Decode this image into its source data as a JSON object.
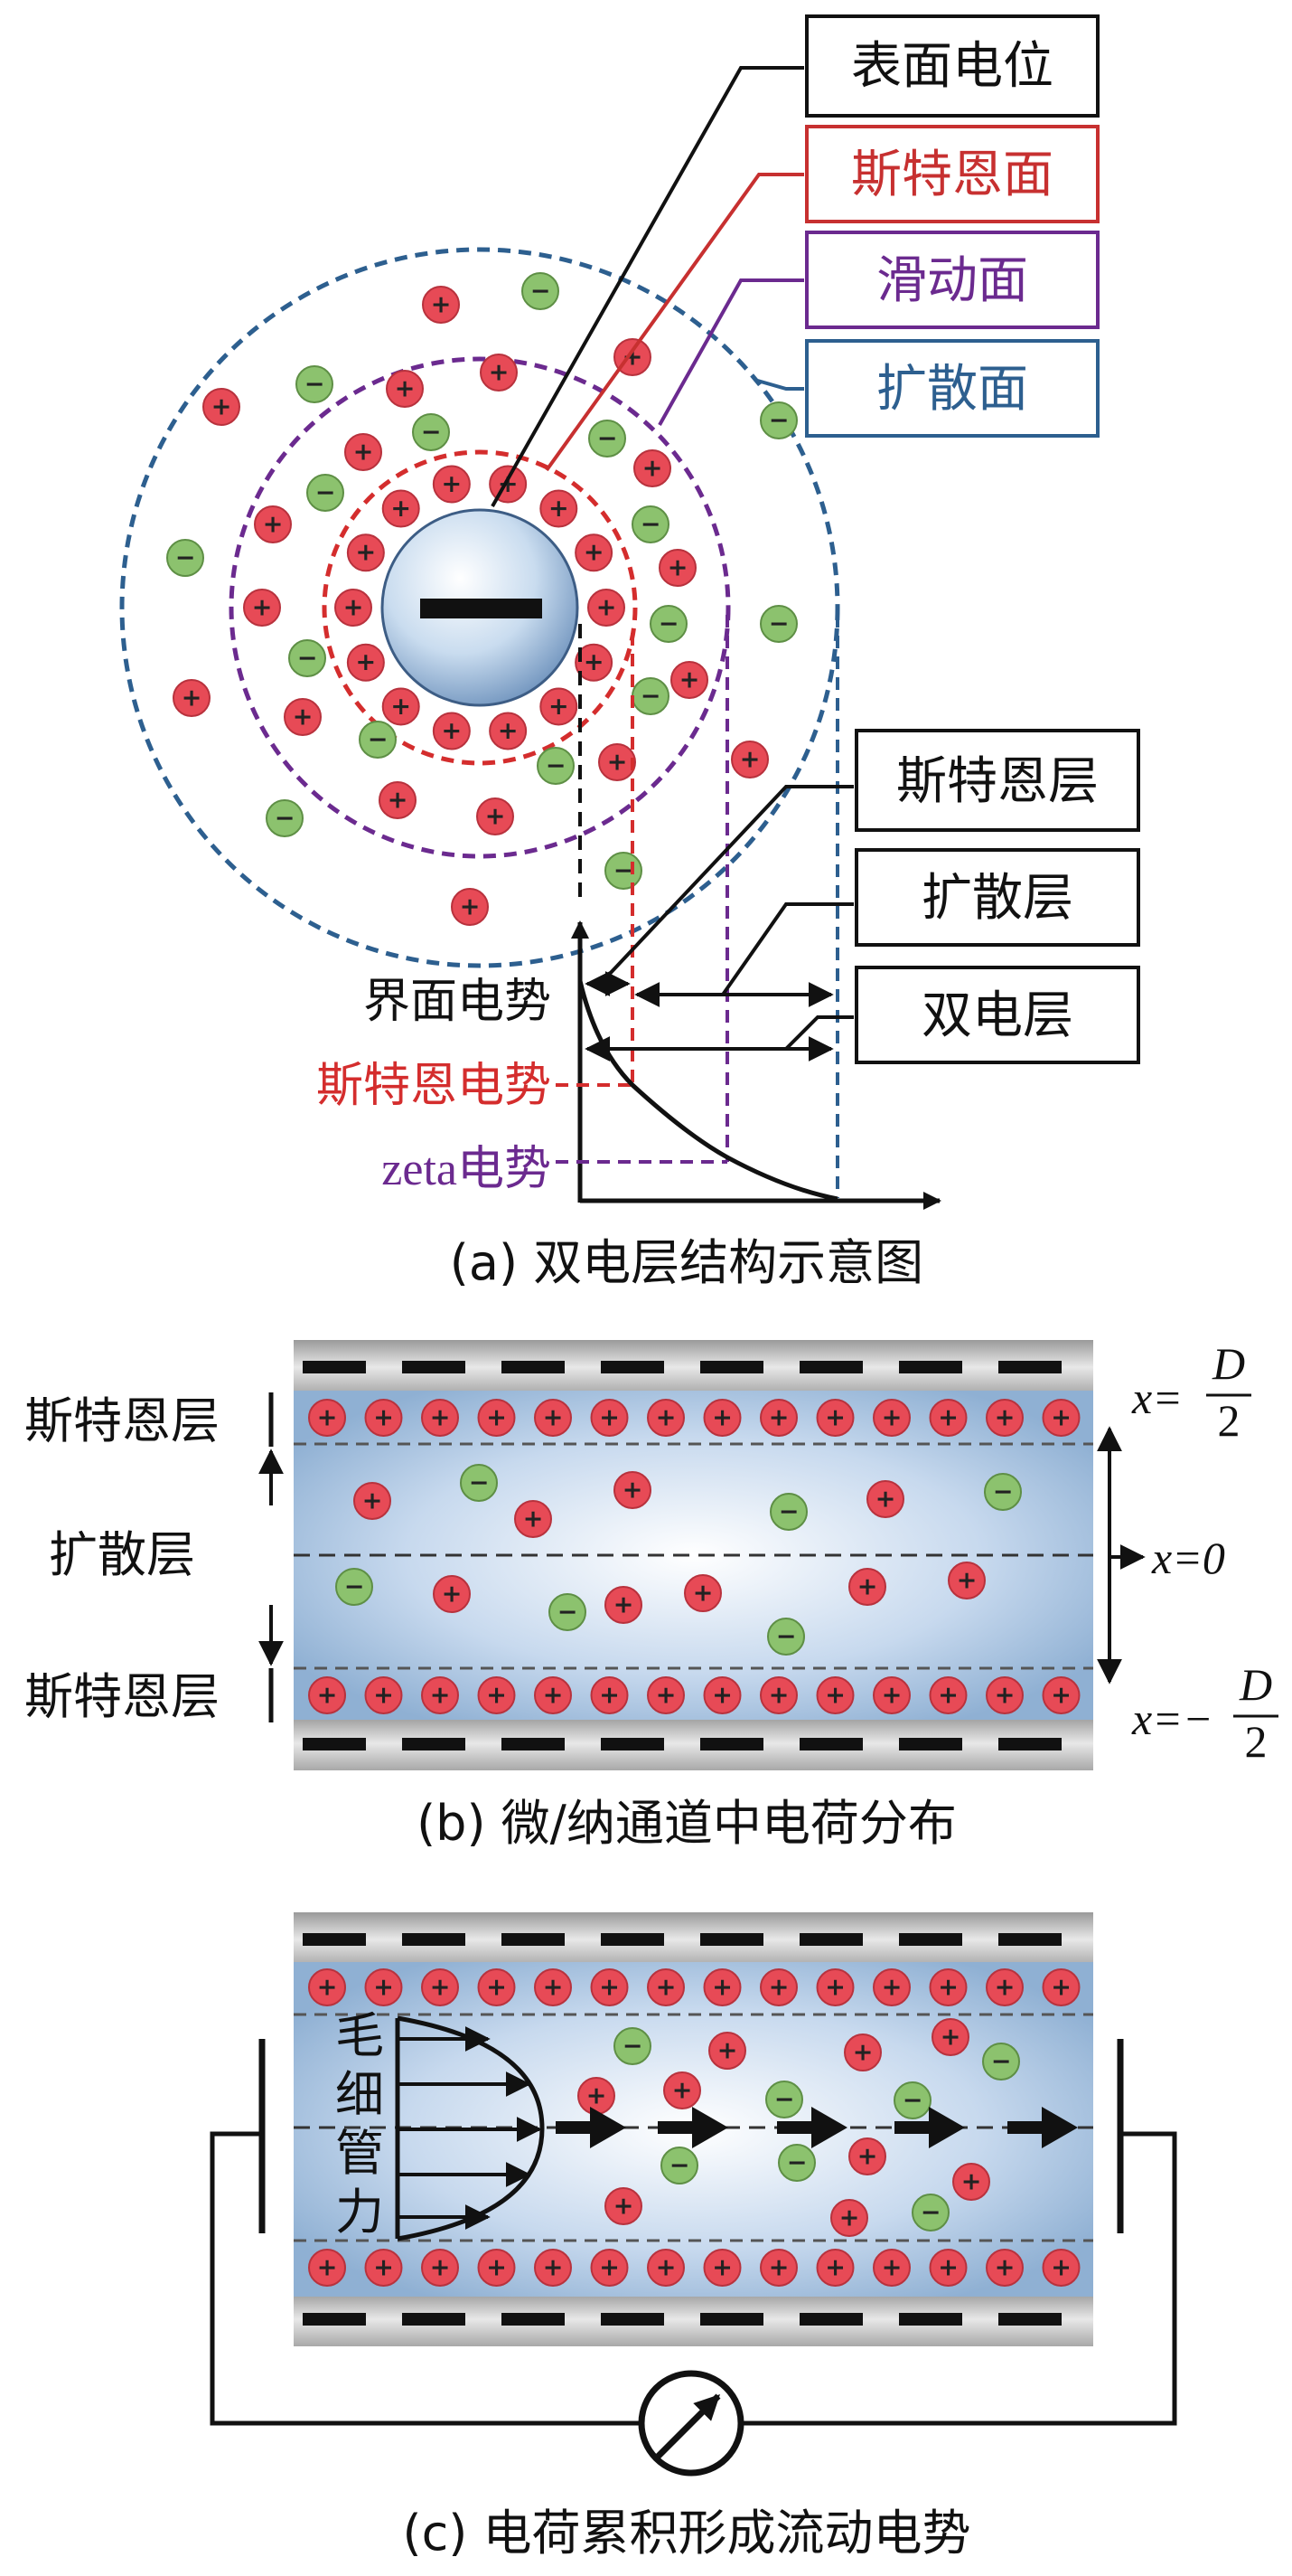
{
  "colors": {
    "black": "#111111",
    "red": "#d42d2d",
    "purple": "#6b2a8f",
    "blue": "#2d5f8f",
    "green": "#4f9a3c",
    "ion_red": "#e74a56",
    "ion_green": "#8cc26e",
    "channel": "#b9d0e8"
  },
  "panel_a": {
    "caption": "(a) 双电层结构示意图",
    "labels": {
      "surface_potential": "表面电位",
      "stern_plane": "斯特恩面",
      "slip_plane": "滑动面",
      "diffuse_plane": "扩散面",
      "stern_layer": "斯特恩层",
      "diffuse_layer": "扩散层",
      "double_layer": "双电层",
      "interface_potential": "界面电势",
      "stern_potential": "斯特恩电势",
      "zeta_prefix": "zeta",
      "zeta_suffix": "电势"
    },
    "ion_plus": "+",
    "ion_minus": "−",
    "core_sign": "−"
  },
  "panel_b": {
    "caption": "(b) 微/纳通道中电荷分布",
    "labels": {
      "stern_top": "斯特恩层",
      "diffuse": "扩散层",
      "stern_bottom": "斯特恩层",
      "x_top": "x=",
      "x_top_num": "D",
      "x_top_den": "2",
      "x_mid": "x=0",
      "x_bot": "x=−",
      "x_bot_num": "D",
      "x_bot_den": "2"
    }
  },
  "panel_c": {
    "caption": "(c) 电荷累积形成流动电势",
    "capillary_label": [
      "毛",
      "细",
      "管",
      "力"
    ]
  }
}
